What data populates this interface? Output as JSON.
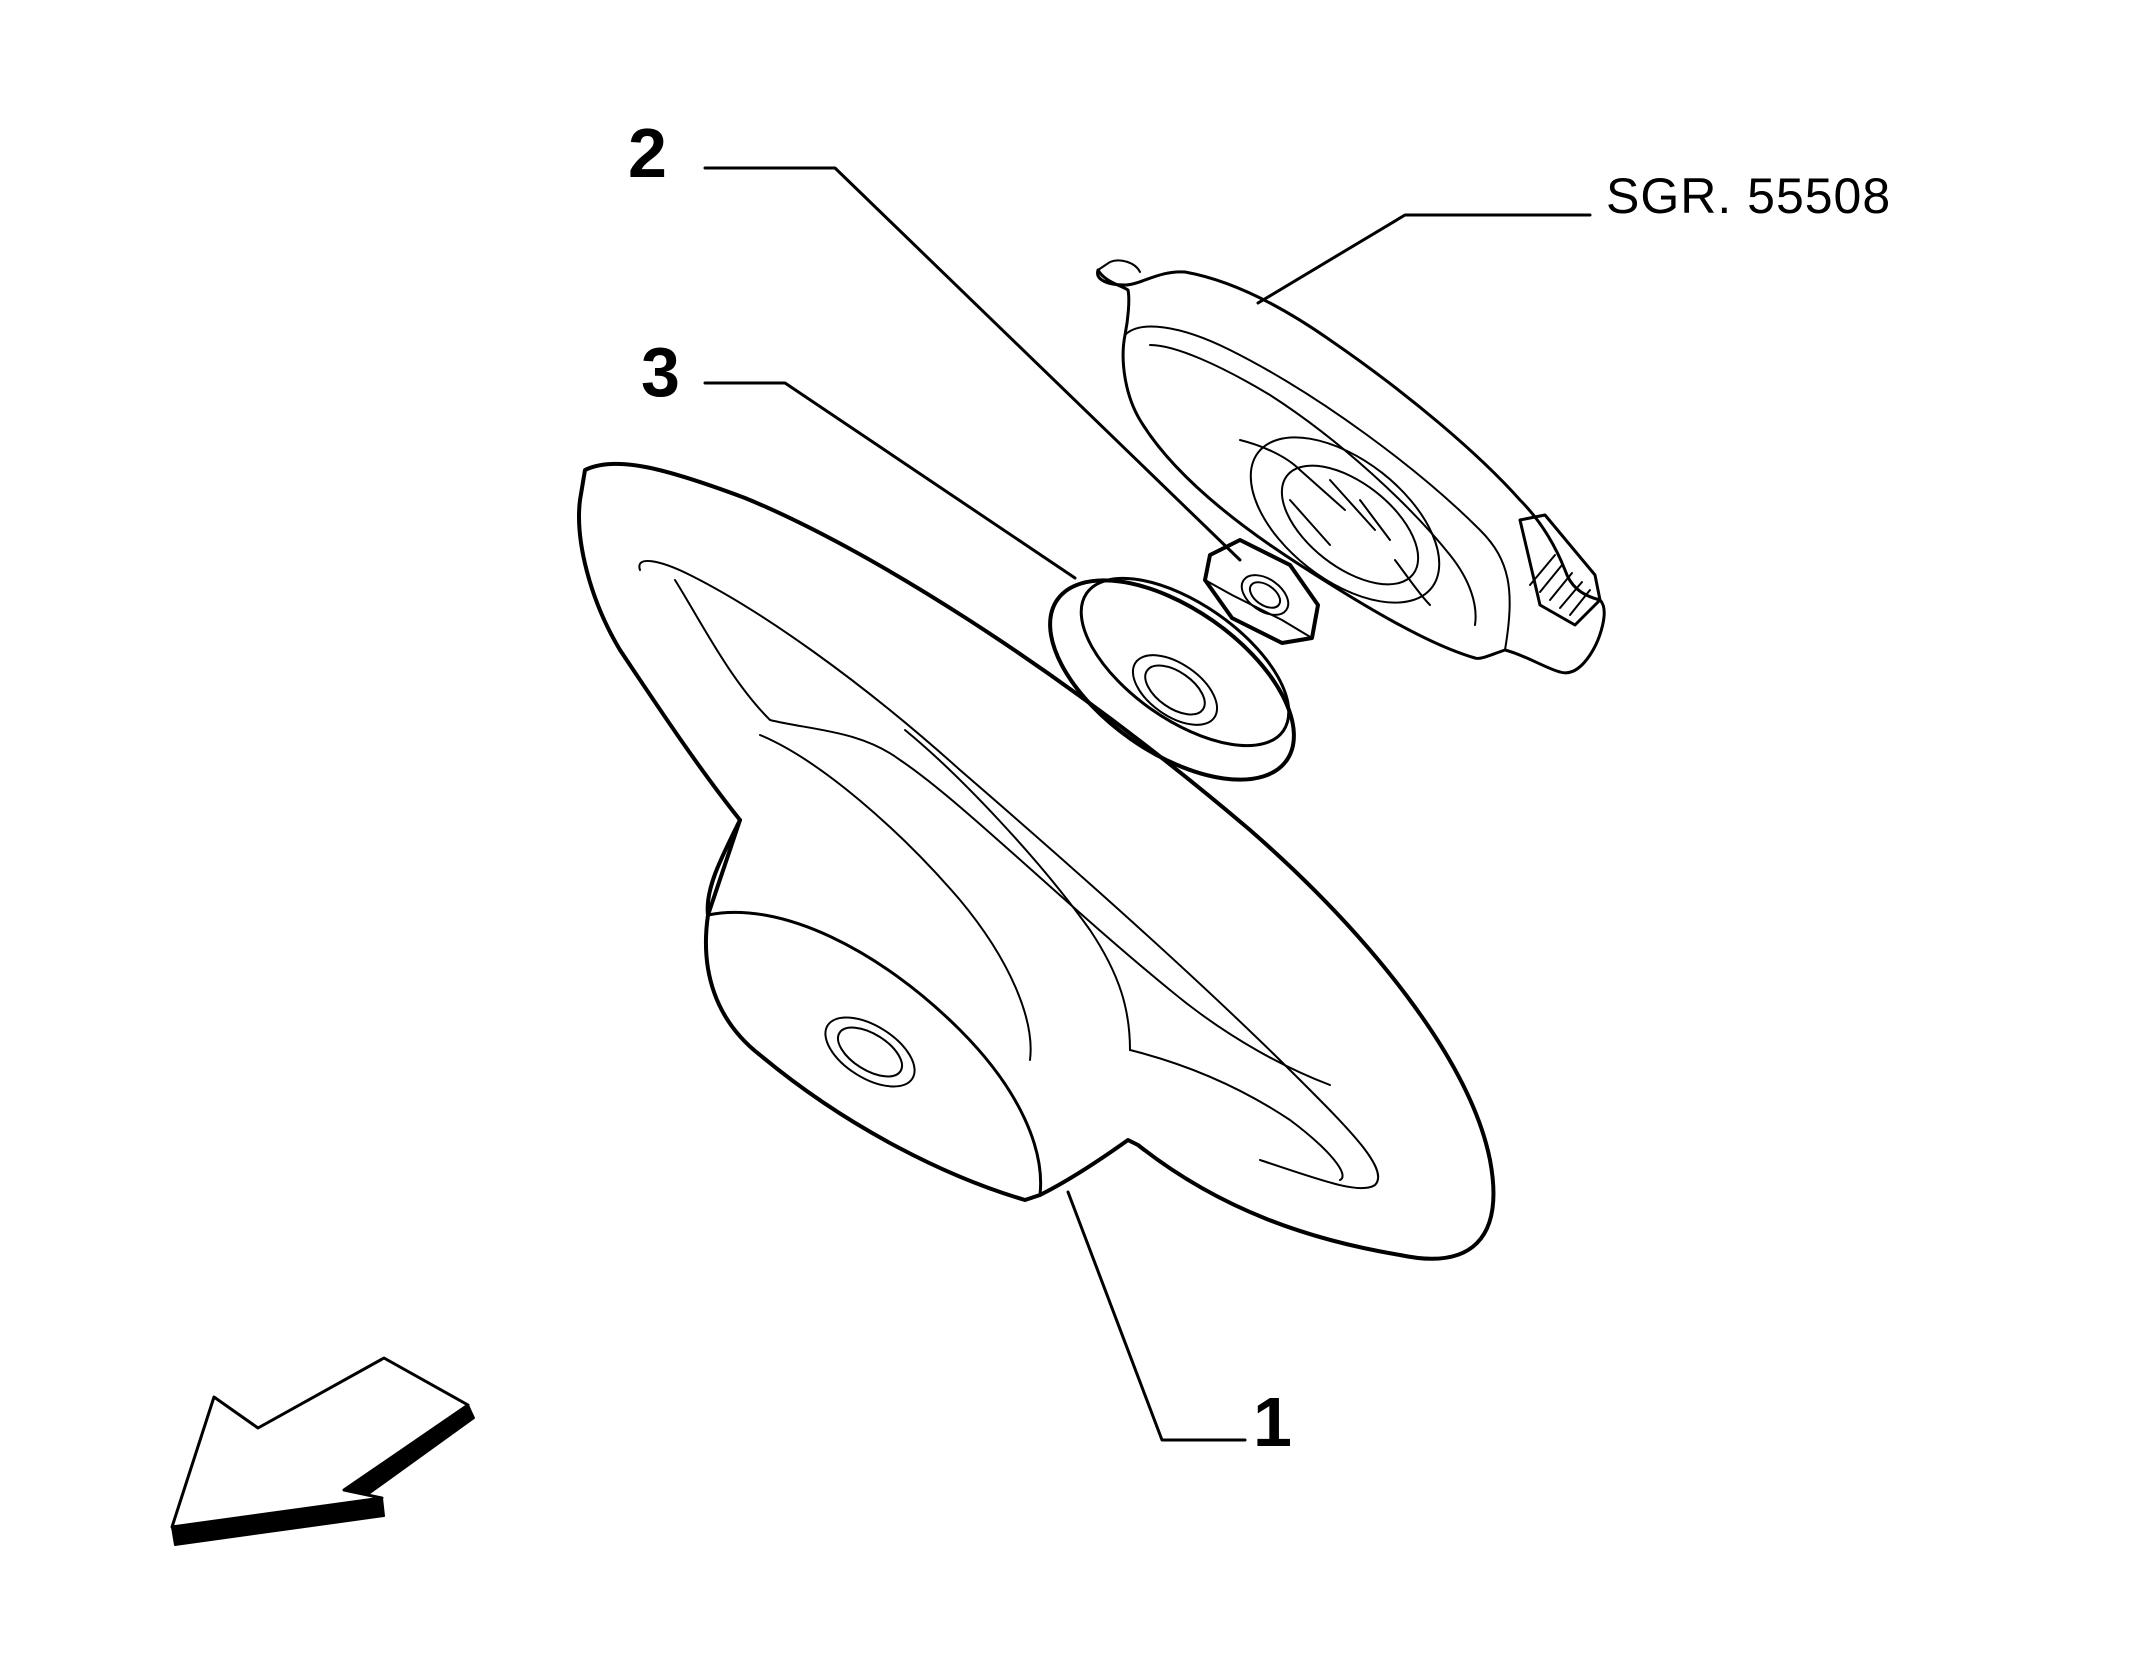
{
  "callouts": {
    "part_1": "1",
    "part_2": "2",
    "part_3": "3",
    "reference": "SGR. 55508"
  },
  "colors": {
    "ink": "#000000",
    "background": "#ffffff"
  },
  "icons": {
    "direction": "arrow-down-left-icon"
  }
}
